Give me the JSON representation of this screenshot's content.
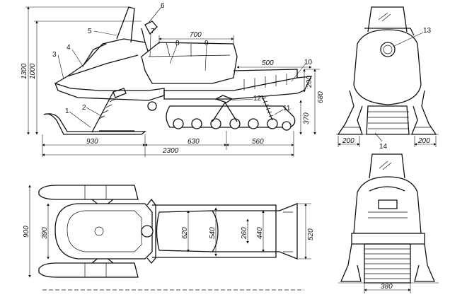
{
  "callouts": [
    "1",
    "2",
    "3",
    "4",
    "5",
    "6",
    "7",
    "8",
    "9",
    "10",
    "11",
    "12",
    "13",
    "14"
  ],
  "dims_side": {
    "d700": "700",
    "d500": "500",
    "d1300": "1300",
    "d1000": "1000",
    "d200v": "200",
    "d680": "680",
    "d370": "370",
    "d930": "930",
    "d630": "630",
    "d560": "560",
    "d2300": "2300"
  },
  "dims_front": {
    "d200l": "200",
    "d200r": "200"
  },
  "dims_top": {
    "d900": "900",
    "d390": "390",
    "d620": "620",
    "d540": "540",
    "d260": "260",
    "d440": "440",
    "d520": "520"
  },
  "dims_rear": {
    "d380": "380"
  }
}
